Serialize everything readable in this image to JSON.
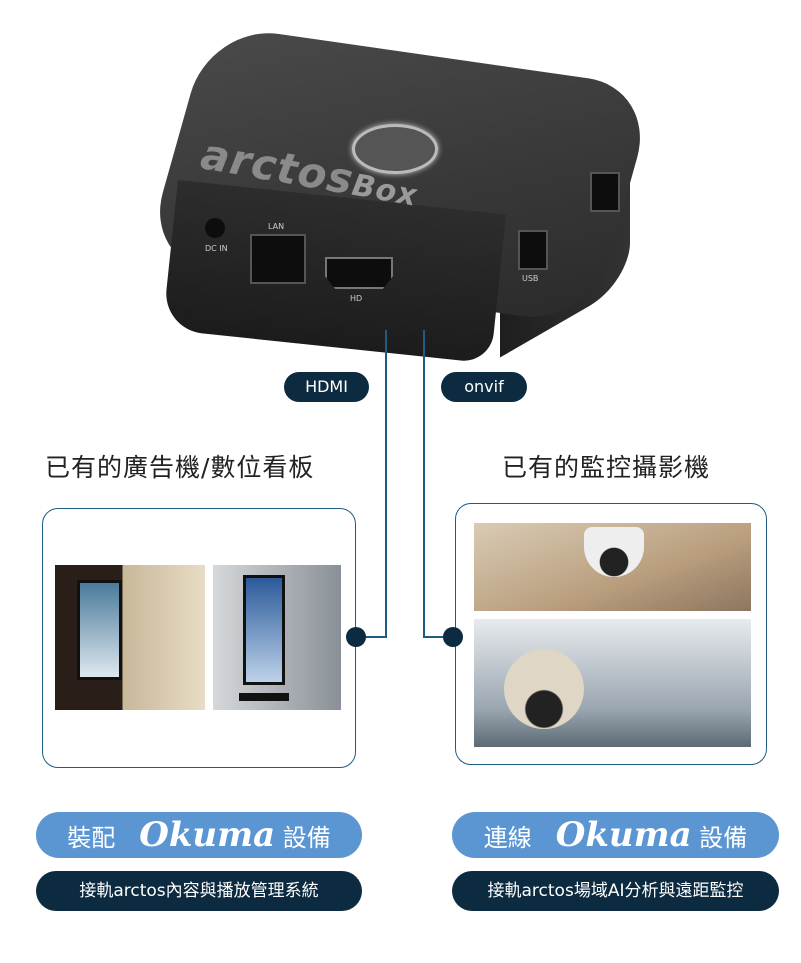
{
  "device": {
    "brand": "arctos",
    "model": "Box",
    "ports": {
      "dc": "DC IN",
      "lan": "LAN",
      "hdmi": "HD",
      "usb": "USB"
    }
  },
  "connections": {
    "left_label": "HDMI",
    "right_label": "onvif"
  },
  "left": {
    "heading": "已有的廣告機/數位看板",
    "badge_prefix": "裝配",
    "badge_brand": "Okuma",
    "badge_suffix": "設備",
    "caption": "接軌arctos內容與播放管理系統"
  },
  "right": {
    "heading": "已有的監控攝影機",
    "badge_prefix": "連線",
    "badge_brand": "Okuma",
    "badge_suffix": "設備",
    "caption": "接軌arctos場域AI分析與遠距監控"
  },
  "colors": {
    "line": "#1f5c82",
    "dark": "#0d2b40",
    "accent": "#5b96d3"
  }
}
